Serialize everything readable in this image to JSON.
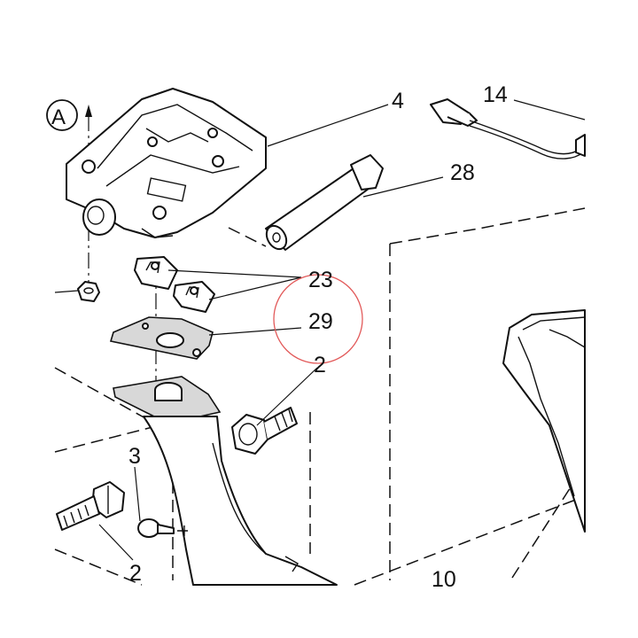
{
  "callouts": {
    "view_a": "A",
    "p4": "4",
    "p14": "14",
    "p28": "28",
    "p23": "23",
    "p29": "29",
    "p2_right": "2",
    "p3": "3",
    "p2_left": "2",
    "p10": "10"
  },
  "highlight": {
    "target_label": "29",
    "circle_color": "#e25a5a"
  }
}
